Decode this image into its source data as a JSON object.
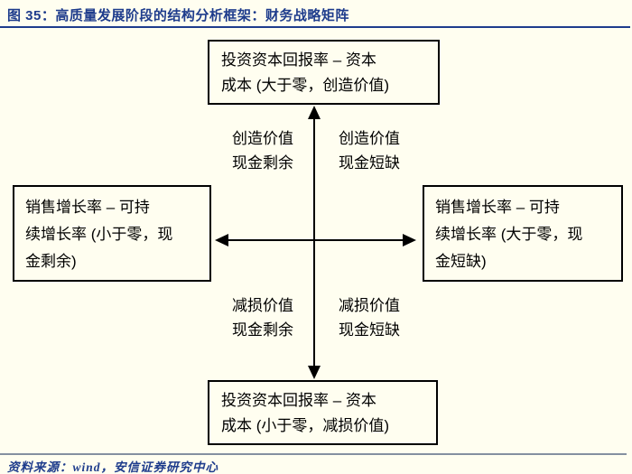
{
  "figure": {
    "title": "图 35：高质量发展阶段的结构分析框架：财务战略矩阵",
    "source": "资料来源：wind，安信证券研究中心"
  },
  "colors": {
    "background": "#FFFEF0",
    "title_navy": "#1E3C8C",
    "diagram_black": "#000000",
    "separator_gray": "#8490A0"
  },
  "diagram": {
    "top_box": "投资资本回报率 – 资本\n成本 (大于零，创造价值)",
    "bottom_box": "投资资本回报率 – 资本\n成本 (小于零，减损价值)",
    "left_box": "销售增长率 – 可持\n续增长率 (小于零，现\n金剩余)",
    "right_box": "销售增长率 – 可持\n续增长率 (大于零，现\n金短缺)",
    "quadrants": {
      "top_left": "创造价值\n现金剩余",
      "top_right": "创造价值\n现金短缺",
      "bottom_left": "减损价值\n现金剩余",
      "bottom_right": "减损价值\n现金短缺"
    }
  }
}
